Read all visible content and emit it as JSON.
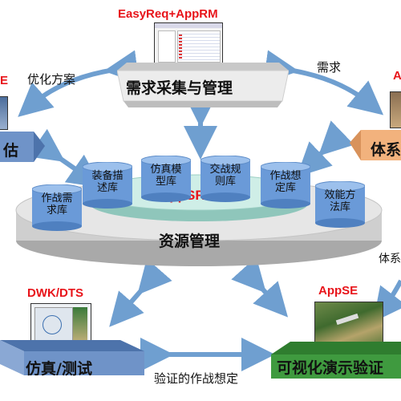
{
  "top": {
    "tool_label": "EasyReq+AppRM",
    "title": "需求采集与管理"
  },
  "left": {
    "tool_label_partial": "E",
    "title_partial": "估"
  },
  "right": {
    "tool_label_partial": "A",
    "title_partial": "体系",
    "lower_text_partial": "体系"
  },
  "center": {
    "platform_label": "AppSRM",
    "base_label": "资源管理",
    "repositories": [
      {
        "label": "作战需\n求库"
      },
      {
        "label": "装备描\n述库"
      },
      {
        "label": "仿真模\n型库"
      },
      {
        "label": "交战规\n则库"
      },
      {
        "label": "作战想\n定库"
      },
      {
        "label": "效能方\n法库"
      }
    ]
  },
  "bottom_left": {
    "tool_label": "DWK/DTS",
    "title": "仿真/测试"
  },
  "bottom_right": {
    "tool_label": "AppSE",
    "title": "可视化演示验证"
  },
  "flows": {
    "top_left": "优化方案",
    "top_right": "需求",
    "bottom": "验证的作战想定"
  },
  "colors": {
    "accent_red": "#e8141a",
    "box_blue": "#6f93c8",
    "box_orange": "#f2b27d",
    "box_green": "#3f9a3f",
    "arrow_blue": "#6f9fd0",
    "cylinder_blue": "#6a9ad8",
    "platform_teal": "#bfe3dc"
  }
}
